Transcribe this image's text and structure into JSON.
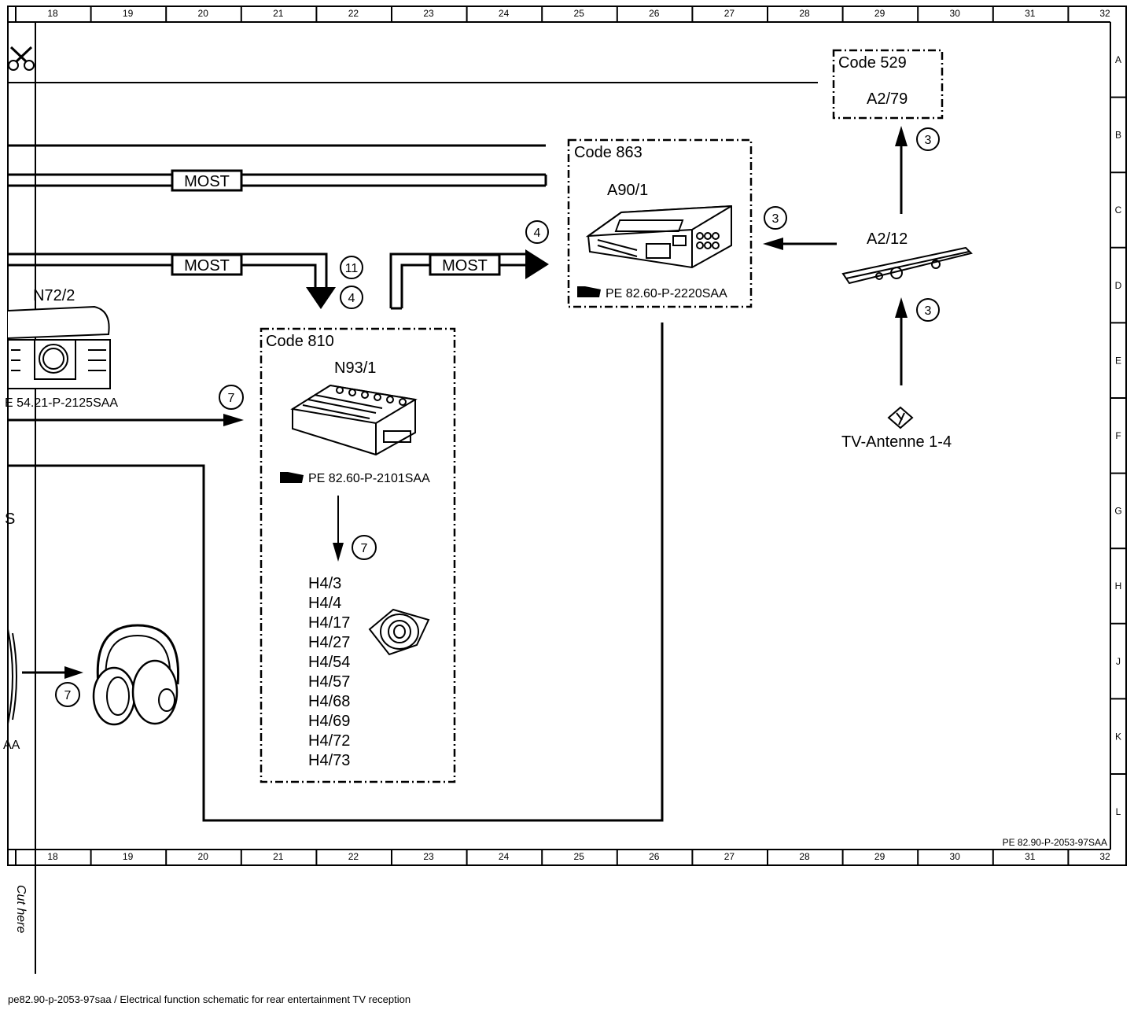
{
  "frame": {
    "column_numbers": [
      "18",
      "19",
      "20",
      "21",
      "22",
      "23",
      "24",
      "25",
      "26",
      "27",
      "28",
      "29",
      "30",
      "31",
      "32"
    ],
    "row_letters": [
      "A",
      "B",
      "C",
      "D",
      "E",
      "F",
      "G",
      "H",
      "J",
      "K",
      "L"
    ],
    "doc_ref": "PE 82.90-P-2053-97SAA",
    "cut_here": "Cut here",
    "caption": "pe82.90-p-2053-97saa / Electrical function schematic for rear entertainment TV reception"
  },
  "components": {
    "code529": {
      "code": "Code 529",
      "id": "A2/79"
    },
    "code863": {
      "code": "Code 863",
      "id": "A90/1",
      "ref": "PE 82.60-P-2220SAA"
    },
    "code810": {
      "code": "Code 810",
      "id": "N93/1",
      "ref": "PE 82.60-P-2101SAA"
    },
    "n72": {
      "id": "N72/2",
      "ref": "E 54.21-P-2125SAA"
    },
    "a212": {
      "id": "A2/12"
    },
    "antenna": {
      "label": "TV-Antenne 1-4"
    },
    "speakers": [
      "H4/3",
      "H4/4",
      "H4/17",
      "H4/27",
      "H4/54",
      "H4/57",
      "H4/68",
      "H4/69",
      "H4/72",
      "H4/73"
    ],
    "partial_left": {
      "s_fragment": "S",
      "aa_fragment": "AA"
    }
  },
  "bus_labels": [
    "MOST",
    "MOST",
    "MOST"
  ],
  "signals": {
    "s3_top": "3",
    "s3_mid": "3",
    "s3_bottom": "3",
    "s4_right": "4",
    "s4_left": "4",
    "s11": "11",
    "s7_upper": "7",
    "s7_mid": "7",
    "s7_lower": "7"
  }
}
